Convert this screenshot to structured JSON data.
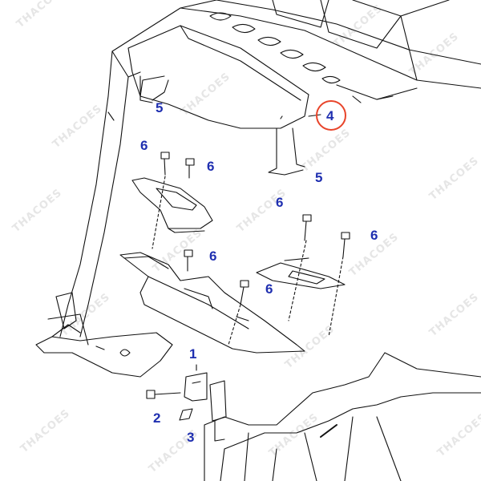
{
  "diagram": {
    "callouts": [
      {
        "id": "c1",
        "text": "1"
      },
      {
        "id": "c2",
        "text": "2"
      },
      {
        "id": "c3",
        "text": "3"
      },
      {
        "id": "c4",
        "text": "4",
        "highlighted": true
      },
      {
        "id": "c5a",
        "text": "5"
      },
      {
        "id": "c5b",
        "text": "5"
      },
      {
        "id": "c6a",
        "text": "6"
      },
      {
        "id": "c6b",
        "text": "6"
      },
      {
        "id": "c6c",
        "text": "6"
      },
      {
        "id": "c6d",
        "text": "6"
      },
      {
        "id": "c6e",
        "text": "6"
      },
      {
        "id": "c6f",
        "text": "6"
      }
    ],
    "watermark": "THACOES",
    "colors": {
      "callout": "#1f2fb0",
      "highlight_ring": "#e8442a",
      "line": "#111111",
      "watermark": "#e6e6e6"
    }
  }
}
